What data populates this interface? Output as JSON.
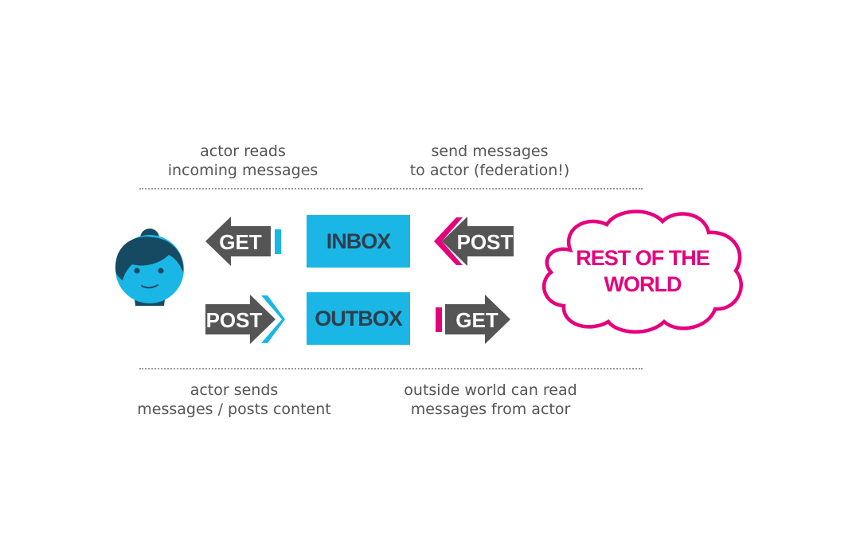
{
  "captions": {
    "top_left": [
      "actor reads",
      "incoming messages"
    ],
    "top_right": [
      "send messages",
      "to actor (federation!)"
    ],
    "bottom_left": [
      "actor sends",
      "messages / posts content"
    ],
    "bottom_right": [
      "outside world can read",
      "messages from actor"
    ]
  },
  "boxes": {
    "inbox": "INBOX",
    "outbox": "OUTBOX"
  },
  "arrows": {
    "actor_get": "GET",
    "actor_post": "POST",
    "world_post": "POST",
    "world_get": "GET"
  },
  "cloud": {
    "lines": [
      "REST OF THE",
      "WORLD"
    ]
  },
  "colors": {
    "accent_blue": "#1ab7e6",
    "accent_magenta": "#e5007e",
    "arrow_gray": "#555555",
    "box_text": "#2f3e4c",
    "actor_dark": "#164a63"
  },
  "icons": {
    "actor": "person-avatar-icon",
    "world": "cloud-shape"
  }
}
